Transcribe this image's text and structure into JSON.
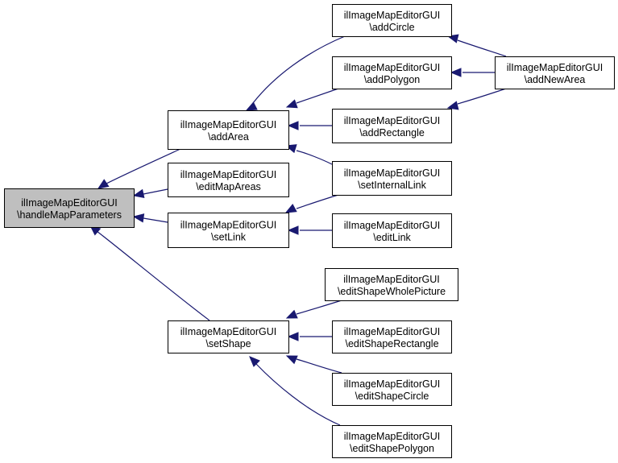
{
  "diagram": {
    "type": "doxygen-caller-graph",
    "colors": {
      "edge": "#191970",
      "node_border": "#000000",
      "node_fill": "#ffffff",
      "root_fill": "#bfbfbf"
    },
    "nodes": [
      {
        "id": "handleMapParameters",
        "line1": "ilImageMapEditorGUI",
        "line2": "\\handleMapParameters",
        "root": true
      },
      {
        "id": "addArea",
        "line1": "ilImageMapEditorGUI",
        "line2": "\\addArea"
      },
      {
        "id": "editMapAreas",
        "line1": "ilImageMapEditorGUI",
        "line2": "\\editMapAreas"
      },
      {
        "id": "setLink",
        "line1": "ilImageMapEditorGUI",
        "line2": "\\setLink"
      },
      {
        "id": "setShape",
        "line1": "ilImageMapEditorGUI",
        "line2": "\\setShape"
      },
      {
        "id": "addCircle",
        "line1": "ilImageMapEditorGUI",
        "line2": "\\addCircle"
      },
      {
        "id": "addPolygon",
        "line1": "ilImageMapEditorGUI",
        "line2": "\\addPolygon"
      },
      {
        "id": "addRectangle",
        "line1": "ilImageMapEditorGUI",
        "line2": "\\addRectangle"
      },
      {
        "id": "setInternalLink",
        "line1": "ilImageMapEditorGUI",
        "line2": "\\setInternalLink"
      },
      {
        "id": "editLink",
        "line1": "ilImageMapEditorGUI",
        "line2": "\\editLink"
      },
      {
        "id": "editShapeWholePicture",
        "line1": "ilImageMapEditorGUI",
        "line2": "\\editShapeWholePicture"
      },
      {
        "id": "editShapeRectangle",
        "line1": "ilImageMapEditorGUI",
        "line2": "\\editShapeRectangle"
      },
      {
        "id": "editShapeCircle",
        "line1": "ilImageMapEditorGUI",
        "line2": "\\editShapeCircle"
      },
      {
        "id": "editShapePolygon",
        "line1": "ilImageMapEditorGUI",
        "line2": "\\editShapePolygon"
      },
      {
        "id": "addNewArea",
        "line1": "ilImageMapEditorGUI",
        "line2": "\\addNewArea"
      }
    ],
    "edges": [
      {
        "from": "addArea",
        "to": "handleMapParameters"
      },
      {
        "from": "editMapAreas",
        "to": "handleMapParameters"
      },
      {
        "from": "setLink",
        "to": "handleMapParameters"
      },
      {
        "from": "setShape",
        "to": "handleMapParameters"
      },
      {
        "from": "addCircle",
        "to": "addArea"
      },
      {
        "from": "addPolygon",
        "to": "addArea"
      },
      {
        "from": "addRectangle",
        "to": "addArea"
      },
      {
        "from": "setInternalLink",
        "to": "addArea"
      },
      {
        "from": "setInternalLink",
        "to": "setLink"
      },
      {
        "from": "editLink",
        "to": "setLink"
      },
      {
        "from": "editShapeWholePicture",
        "to": "setShape"
      },
      {
        "from": "editShapeRectangle",
        "to": "setShape"
      },
      {
        "from": "editShapeCircle",
        "to": "setShape"
      },
      {
        "from": "editShapePolygon",
        "to": "setShape"
      },
      {
        "from": "addNewArea",
        "to": "addCircle"
      },
      {
        "from": "addNewArea",
        "to": "addPolygon"
      },
      {
        "from": "addNewArea",
        "to": "addRectangle"
      }
    ]
  }
}
